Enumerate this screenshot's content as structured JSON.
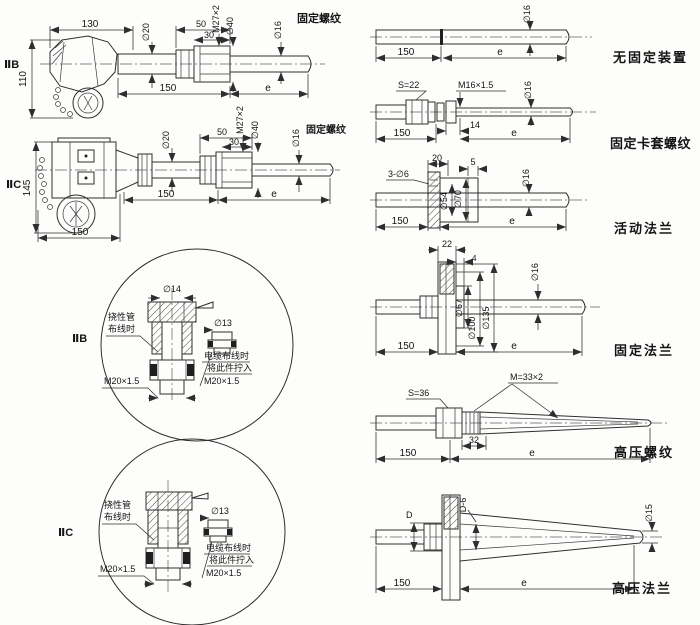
{
  "diagram": {
    "assembly_iib": {
      "label": "ⅡB",
      "dim_130": "130",
      "dim_110": "110",
      "dia_20": "∅20",
      "dim_50": "50",
      "dim_30": "30",
      "thread": "M27×2",
      "dia_40": "∅40",
      "dia_16": "∅16",
      "caption": "固定螺纹",
      "dim_150": "150",
      "dim_e": "e"
    },
    "assembly_iic": {
      "label": "ⅡC",
      "dim_145": "145",
      "dim_150_head": "150",
      "dia_20": "∅20",
      "dim_50": "50",
      "dim_30": "30",
      "thread": "M27×2",
      "dia_40": "∅40",
      "dia_16": "∅16",
      "caption": "固定螺纹",
      "dim_150": "150",
      "dim_e": "e"
    },
    "detail_iib": {
      "label": "ⅡB",
      "dia_14": "∅14",
      "dia_13": "∅13",
      "flex_note_1": "挠性管",
      "flex_note_2": "布线时",
      "thread_m20": "M20×1.5",
      "cable_note_1": "电缆布线时",
      "cable_note_2": "将此件拧入",
      "cable_note_3": "M20×1.5"
    },
    "detail_iic": {
      "label": "ⅡC",
      "dia_13": "∅13",
      "flex_note_1": "挠性管",
      "flex_note_2": "布线时",
      "thread_m20": "M20×1.5",
      "cable_note_1": "电缆布线时",
      "cable_note_2": "将此件拧入",
      "cable_note_3": "M20×1.5"
    },
    "no_fixture": {
      "caption": "无固定装置",
      "dia_16": "∅16",
      "dim_150": "150",
      "dim_e": "e"
    },
    "ferrule": {
      "caption": "固定卡套螺纹",
      "s": "S=22",
      "thread": "M16×1.5",
      "dia_16": "∅16",
      "dim_14": "14",
      "dim_150": "150",
      "dim_e": "e"
    },
    "movable_flange": {
      "caption": "活动法兰",
      "dim_20": "20",
      "dim_5": "5",
      "holes": "3-∅6",
      "dia_54": "∅54",
      "dia_70": "∅70",
      "dia_16": "∅16",
      "dim_150": "150",
      "dim_e": "e"
    },
    "fixed_flange": {
      "caption": "固定法兰",
      "dim_22": "22",
      "dim_4": "4",
      "dia_67": "∅67",
      "dia_100": "∅100",
      "dia_135": "∅135",
      "dia_16": "∅16",
      "dim_150": "150",
      "dim_e": "e"
    },
    "hp_thread": {
      "caption": "高压螺纹",
      "s": "S=36",
      "thread": "M=33×2",
      "dim_32": "32",
      "dim_150": "150",
      "dim_e": "e"
    },
    "hp_flange": {
      "caption": "高压法兰",
      "dim_d": "D",
      "dim_d6": "D-6",
      "dia_15": "∅15",
      "dim_150": "150",
      "dim_e": "e"
    }
  }
}
